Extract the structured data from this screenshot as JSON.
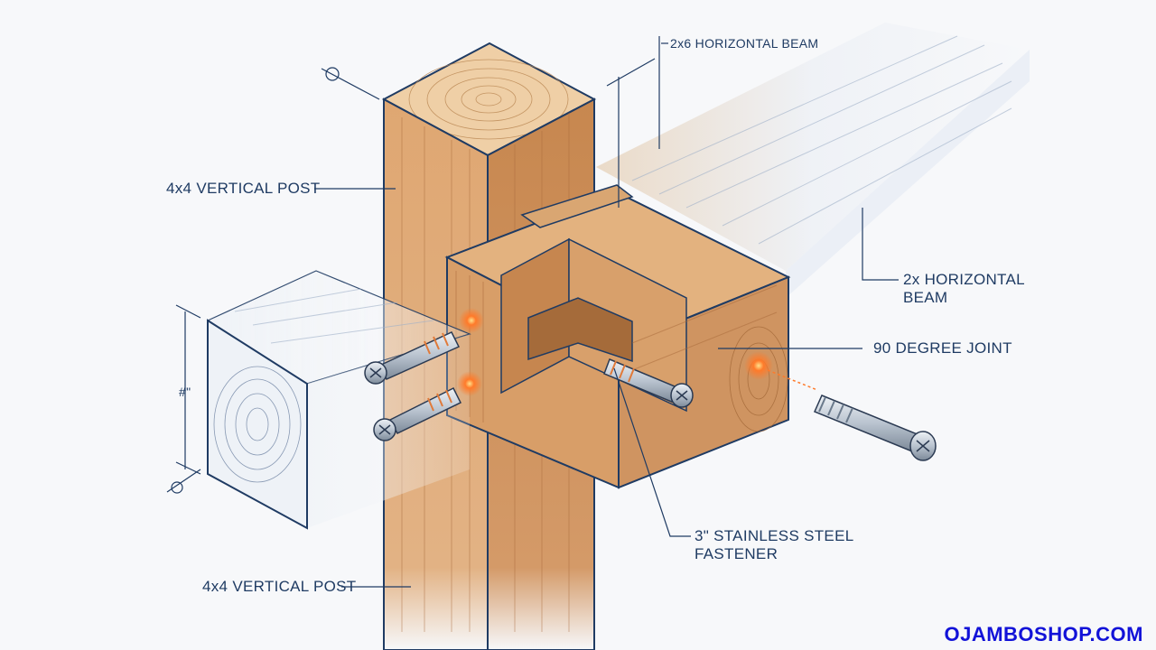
{
  "diagram": {
    "labels": {
      "top_beam": "2x6 HORIZONTAL BEAM",
      "post_upper": "4x4 VERTICAL POST",
      "beam_right_line1": "2x HORIZONTAL",
      "beam_right_line2": "BEAM",
      "joint": "90 DEGREE JOINT",
      "fastener_line1": "3\" STAINLESS STEEL",
      "fastener_line2": "FASTENER",
      "post_lower": "4x4 VERTICAL POST",
      "dimension": "#\""
    },
    "colors": {
      "wood_light": "#e4b685",
      "wood_mid": "#d39a66",
      "wood_dark": "#b77a46",
      "outline": "#1f3b63",
      "glow": "#ff7a2a",
      "steel": "#c9d2dc"
    }
  },
  "brand": {
    "watermark": "OJAMBOSHOP.COM"
  }
}
